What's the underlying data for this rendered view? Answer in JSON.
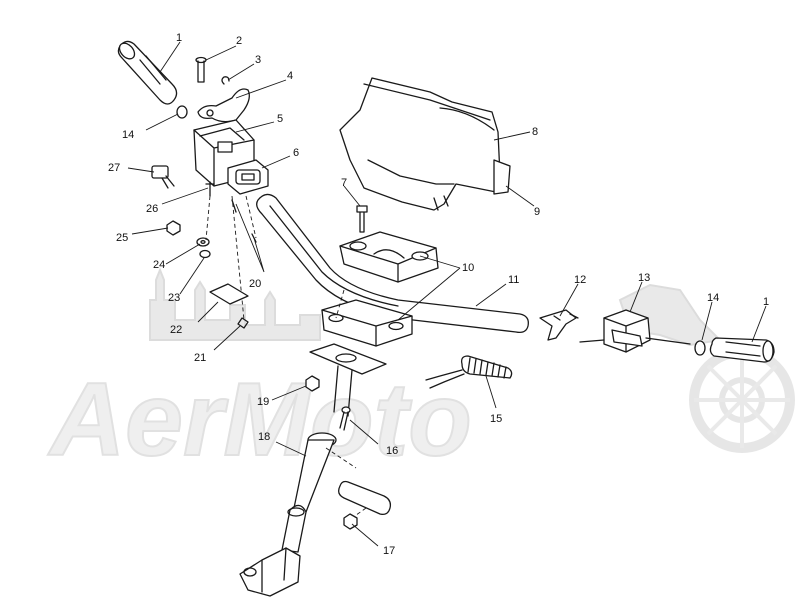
{
  "diagram": {
    "watermark_text": "AerMoto",
    "callouts": [
      {
        "id": "c1",
        "label": "1"
      },
      {
        "id": "c2",
        "label": "2"
      },
      {
        "id": "c3",
        "label": "3"
      },
      {
        "id": "c4",
        "label": "4"
      },
      {
        "id": "c5",
        "label": "5"
      },
      {
        "id": "c6",
        "label": "6"
      },
      {
        "id": "c7",
        "label": "7"
      },
      {
        "id": "c8",
        "label": "8"
      },
      {
        "id": "c9",
        "label": "9"
      },
      {
        "id": "c10",
        "label": "10"
      },
      {
        "id": "c11",
        "label": "11"
      },
      {
        "id": "c12",
        "label": "12"
      },
      {
        "id": "c13",
        "label": "13"
      },
      {
        "id": "c14a",
        "label": "14"
      },
      {
        "id": "c14b",
        "label": "14"
      },
      {
        "id": "c1b",
        "label": "1"
      },
      {
        "id": "c15",
        "label": "15"
      },
      {
        "id": "c16",
        "label": "16"
      },
      {
        "id": "c17",
        "label": "17"
      },
      {
        "id": "c18",
        "label": "18"
      },
      {
        "id": "c19",
        "label": "19"
      },
      {
        "id": "c20",
        "label": "20"
      },
      {
        "id": "c21",
        "label": "21"
      },
      {
        "id": "c22",
        "label": "22"
      },
      {
        "id": "c23",
        "label": "23"
      },
      {
        "id": "c24",
        "label": "24"
      },
      {
        "id": "c25",
        "label": "25"
      },
      {
        "id": "c26",
        "label": "26"
      },
      {
        "id": "c27",
        "label": "27"
      }
    ]
  }
}
